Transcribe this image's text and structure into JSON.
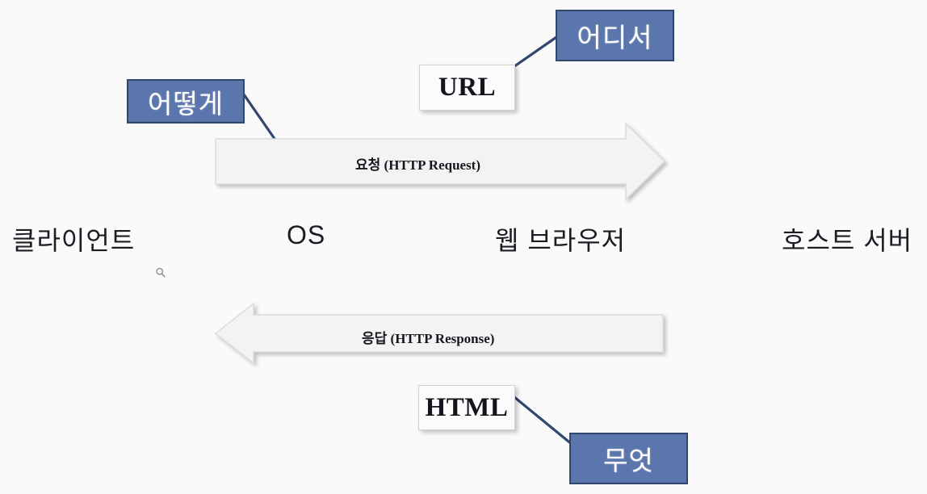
{
  "diagram": {
    "title": "HTTP Request and Response Flow",
    "background_color": "#fafafa",
    "accent_blue": "#5b76ad",
    "accent_blue_border": "#33466e",
    "connector_color": "#33466e"
  },
  "annotations": {
    "how": {
      "label": "어떻게",
      "meaning": "how"
    },
    "where": {
      "label": "어디서",
      "meaning": "where"
    },
    "what": {
      "label": "무엇",
      "meaning": "what"
    }
  },
  "callouts": {
    "url": {
      "label": "URL"
    },
    "html": {
      "label": "HTML"
    }
  },
  "arrows": {
    "request": {
      "label": "요청 (HTTP Request)",
      "direction": "right"
    },
    "response": {
      "label": "응답 (HTTP Response)",
      "direction": "left"
    }
  },
  "stages": [
    {
      "label": "클라이언트"
    },
    {
      "label": "OS"
    },
    {
      "label": "웹 브라우저"
    },
    {
      "label": "호스트 서버"
    }
  ],
  "cursor": {
    "icon": "magnifier-icon"
  }
}
